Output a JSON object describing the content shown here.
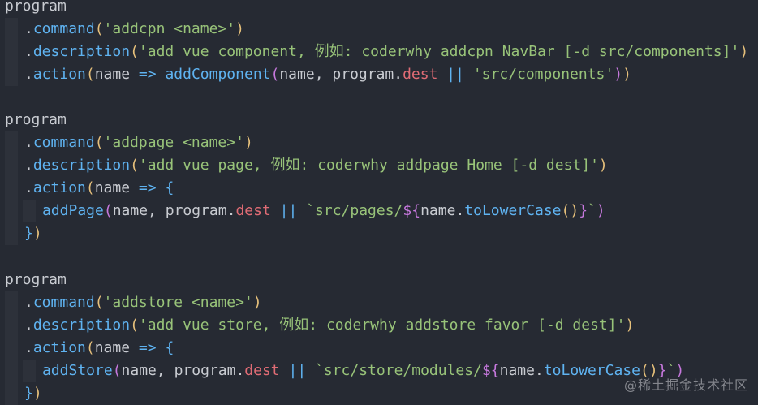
{
  "code": {
    "program": "program",
    "dot": ".",
    "command": "command",
    "description": "description",
    "action": "action",
    "name": "name",
    "arrow": "=>",
    "open_paren": "(",
    "close_paren": ")",
    "open_brace": "{",
    "close_brace": "}",
    "comma_space": ", ",
    "or_op": "||",
    "dest": "dest",
    "program_dot": "program.",
    "block1": {
      "command_arg": "'addcpn <name>'",
      "description_arg": "'add vue component, 例如: coderwhy addcpn NavBar [-d src/components]'",
      "handler": "addComponent",
      "default_path": "'src/components'"
    },
    "block2": {
      "command_arg": "'addpage <name>'",
      "description_arg": "'add vue page, 例如: coderwhy addpage Home [-d dest]'",
      "handler": "addPage",
      "tpl_start": "`src/pages/",
      "tpl_interp_open": "${",
      "tpl_interp_name": "name.",
      "tpl_interp_method": "toLowerCase",
      "tpl_interp_call": "()",
      "tpl_interp_close": "}",
      "tpl_end": "`"
    },
    "block3": {
      "command_arg": "'addstore <name>'",
      "description_arg": "'add vue store, 例如: coderwhy addstore favor [-d dest]'",
      "handler": "addStore",
      "tpl_start": "`src/store/modules/",
      "tpl_interp_open": "${",
      "tpl_interp_name": "name.",
      "tpl_interp_method": "toLowerCase",
      "tpl_interp_call": "()",
      "tpl_interp_close": "}",
      "tpl_end": "`"
    }
  },
  "watermark": "@稀土掘金技术社区"
}
